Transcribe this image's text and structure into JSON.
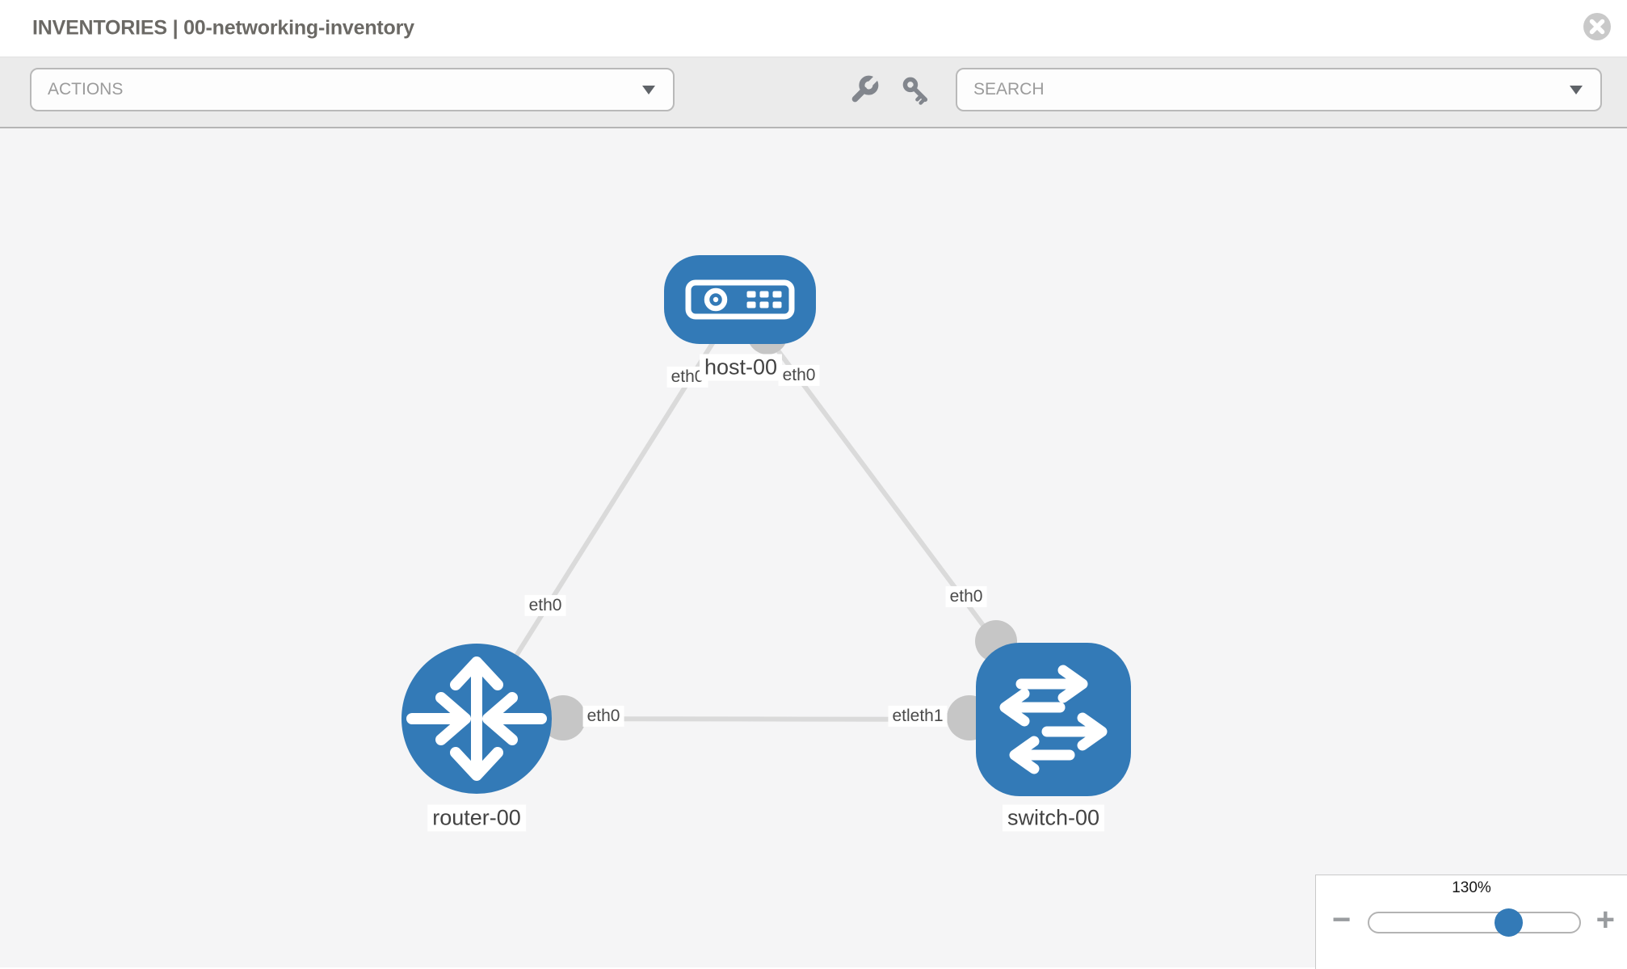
{
  "header": {
    "title": "INVENTORIES | 00-networking-inventory"
  },
  "toolbar": {
    "actions": {
      "label": "ACTIONS"
    },
    "tools": [
      {
        "icon": "wrench-icon"
      },
      {
        "icon": "key-icon"
      }
    ],
    "search": {
      "placeholder": "SEARCH"
    }
  },
  "diagram": {
    "nodes": [
      {
        "id": "host-00",
        "label": "host-00",
        "type": "host",
        "icon": "server-icon"
      },
      {
        "id": "router-00",
        "label": "router-00",
        "type": "router",
        "icon": "router-arrows-icon"
      },
      {
        "id": "switch-00",
        "label": "switch-00",
        "type": "switch",
        "icon": "switch-arrows-icon"
      }
    ],
    "links": [
      {
        "from": "host-00",
        "to": "router-00",
        "endpoint_labels": [
          "eth0",
          "eth0"
        ]
      },
      {
        "from": "host-00",
        "to": "switch-00",
        "endpoint_labels": [
          "eth0",
          "eth0"
        ]
      },
      {
        "from": "router-00",
        "to": "switch-00",
        "endpoint_labels": [
          "eth0",
          "etleth1"
        ]
      }
    ]
  },
  "zoom_control": {
    "value": "130%",
    "decrease_label": "−",
    "increase_label": "+"
  },
  "colors": {
    "node_blue": "#337ab7",
    "link_gray": "#dadada",
    "connector_gray": "#c6c6c6",
    "canvas_bg": "#f5f5f6",
    "toolbar_bg": "#ebebeb"
  }
}
